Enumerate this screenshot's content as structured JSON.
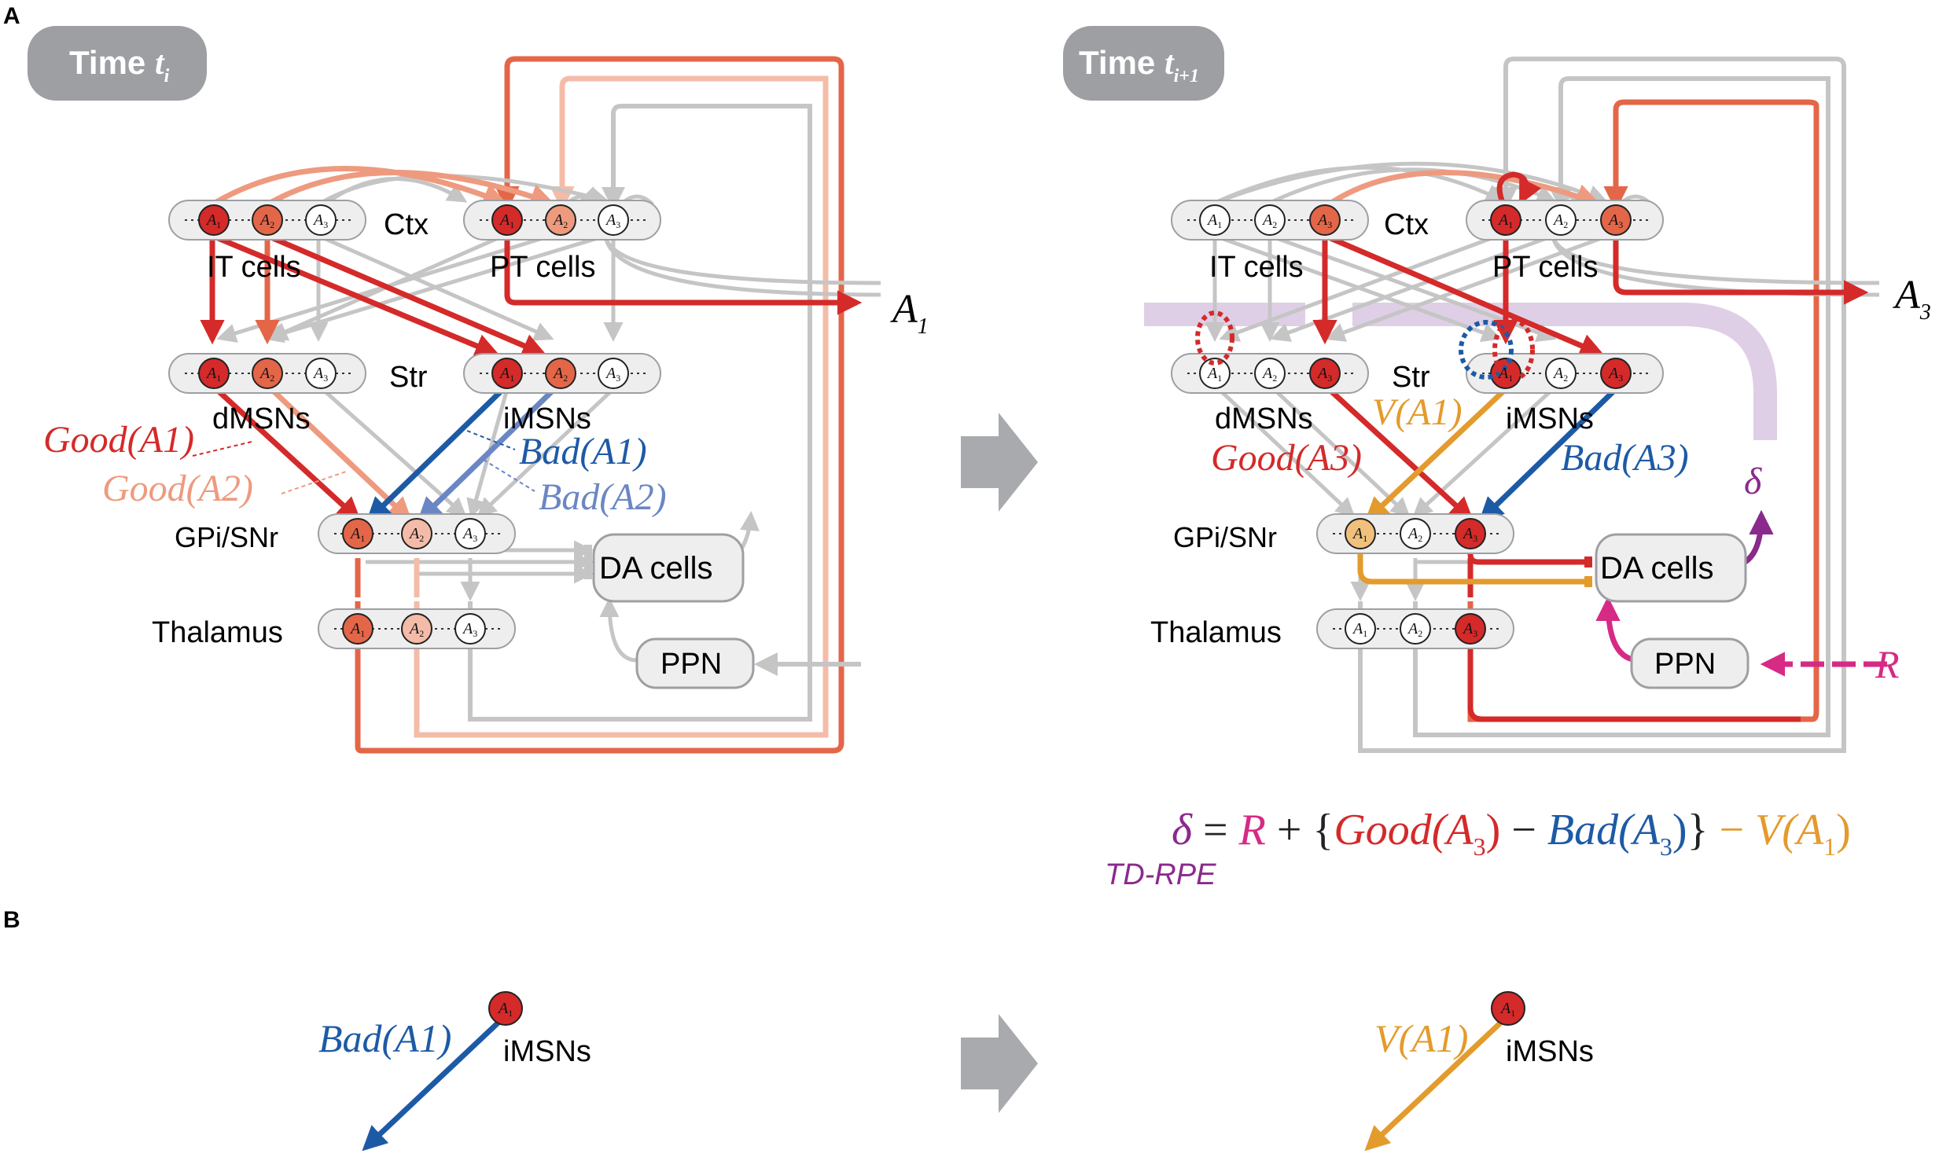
{
  "panel_labels": {
    "a": "A",
    "b": "B"
  },
  "time_badges": {
    "left": {
      "prefix": "Time ",
      "var": "t",
      "sub": "i"
    },
    "right": {
      "prefix": "Time ",
      "var": "t",
      "sub": "i+1"
    }
  },
  "regions": {
    "ctx": "Ctx",
    "it_cells": "IT cells",
    "pt_cells": "PT cells",
    "str": "Str",
    "dmsns": "dMSNs",
    "imsns": "iMSNs",
    "gpi": "GPi/SNr",
    "thalamus": "Thalamus",
    "da": "DA cells",
    "ppn": "PPN"
  },
  "node_labels": {
    "a": "A",
    "s1": "1",
    "s2": "2",
    "s3": "3"
  },
  "left_annotations": {
    "good1": "Good(A1)",
    "good2": "Good(A2)",
    "bad1": "Bad(A1)",
    "bad2": "Bad(A2)",
    "output": "A1"
  },
  "right_annotations": {
    "v1": "V(A1)",
    "good3": "Good(A3)",
    "bad3": "Bad(A3)",
    "delta": "δ",
    "reward": "R",
    "output": "A3"
  },
  "equation": {
    "delta": "δ",
    "eq": " = ",
    "r": "R",
    "plus": " + {",
    "good_a": "Good(A",
    "good_sub": "3",
    "good_close": ")",
    "minus": " − ",
    "bad_a": "Bad(A",
    "bad_sub": "3",
    "bad_close": ")",
    "brace_close": "}",
    "minus2": " − ",
    "v_a": "V(A",
    "v_sub": "1",
    "v_close": ")",
    "caption": "TD-RPE"
  },
  "panel_b": {
    "left_label": "Bad(A1)",
    "right_label": "V(A1)",
    "imsns": "iMSNs"
  },
  "colors": {
    "red": "#d42a2a",
    "red_mid": "#e46648",
    "salmon": "#ee9a7f",
    "peach": "#f4bca8",
    "blue": "#1d5aa6",
    "blue_light": "#6a86c4",
    "orange": "#e39b2d",
    "magenta": "#d62a85",
    "purple": "#8a2a8c",
    "grey": "#c5c5c5",
    "grey_dark": "#9d9fa3",
    "lavender": "#dfcfe6"
  }
}
